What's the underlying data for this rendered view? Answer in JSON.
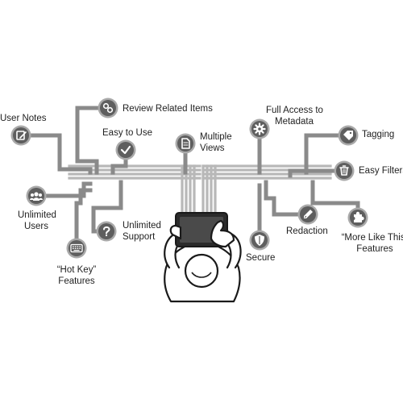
{
  "colors": {
    "trace": "#8a8a8a",
    "trace_light": "#b8b8b8",
    "node_fill": "#5e5e5e",
    "node_ring": "#a9a9a9",
    "glyph": "#ffffff",
    "text": "#1f1f1f",
    "outline": "#1a1a1a",
    "tablet": "#2b2b2b"
  },
  "features": [
    {
      "id": "user-notes",
      "lines": [
        "User Notes"
      ],
      "icon": "pencil-note-icon"
    },
    {
      "id": "review-related-items",
      "lines": [
        "Review Related Items"
      ],
      "icon": "link-icon"
    },
    {
      "id": "easy-to-use",
      "lines": [
        "Easy to Use"
      ],
      "icon": "checkmark-icon"
    },
    {
      "id": "multiple-views",
      "lines": [
        "Multiple",
        "Views"
      ],
      "icon": "document-icon"
    },
    {
      "id": "full-access-metadata",
      "lines": [
        "Full Access to",
        "Metadata"
      ],
      "icon": "gear-icon"
    },
    {
      "id": "tagging",
      "lines": [
        "Tagging"
      ],
      "icon": "tag-icon"
    },
    {
      "id": "easy-filters",
      "lines": [
        "Easy Filters"
      ],
      "icon": "filter-bin-icon"
    },
    {
      "id": "unlimited-users",
      "lines": [
        "Unlimited",
        "Users"
      ],
      "icon": "users-icon"
    },
    {
      "id": "unlimited-support",
      "lines": [
        "Unlimited",
        "Support"
      ],
      "icon": "question-icon"
    },
    {
      "id": "hot-key-features",
      "lines": [
        "“Hot Key”",
        "Features"
      ],
      "icon": "keyboard-icon"
    },
    {
      "id": "redaction",
      "lines": [
        "Redaction"
      ],
      "icon": "marker-icon"
    },
    {
      "id": "secure",
      "lines": [
        "Secure"
      ],
      "icon": "shield-icon"
    },
    {
      "id": "more-like-this",
      "lines": [
        "“More Like This”",
        "Features"
      ],
      "icon": "puzzle-icon"
    }
  ]
}
